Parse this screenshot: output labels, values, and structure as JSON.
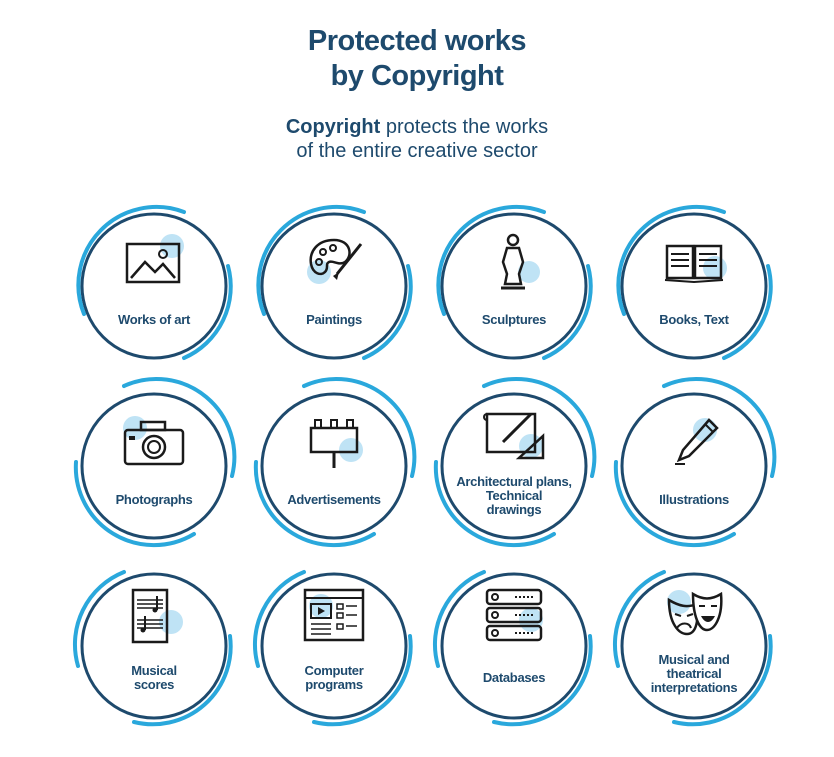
{
  "header": {
    "title_line1": "Protected works",
    "title_line2": "by Copyright",
    "subtitle_bold": "Copyright",
    "subtitle_rest_line1": " protects the works",
    "subtitle_line2": "of the entire creative sector"
  },
  "colors": {
    "ring_dark": "#1e4a6d",
    "ring_light": "#2aa8dc",
    "blob": "#bfe3f5"
  },
  "items": [
    {
      "label": "Works of art",
      "icon": "landscape-picture-icon"
    },
    {
      "label": "Paintings",
      "icon": "palette-icon"
    },
    {
      "label": "Sculptures",
      "icon": "statue-icon"
    },
    {
      "label": "Books, Text",
      "icon": "open-book-icon"
    },
    {
      "label": "Photographs",
      "icon": "camera-icon"
    },
    {
      "label": "Advertisements",
      "icon": "billboard-icon"
    },
    {
      "label_lines": [
        "Architectural plans,",
        "Technical",
        "drawings"
      ],
      "icon": "blueprint-icon"
    },
    {
      "label": "Illustrations",
      "icon": "pencil-icon"
    },
    {
      "label_lines": [
        "Musical",
        "scores"
      ],
      "icon": "sheet-music-icon"
    },
    {
      "label_lines": [
        "Computer",
        "programs"
      ],
      "icon": "browser-window-icon"
    },
    {
      "label": "Databases",
      "icon": "server-stack-icon"
    },
    {
      "label_lines": [
        "Musical and",
        "theatrical",
        "interpretations"
      ],
      "icon": "theater-masks-icon"
    }
  ]
}
